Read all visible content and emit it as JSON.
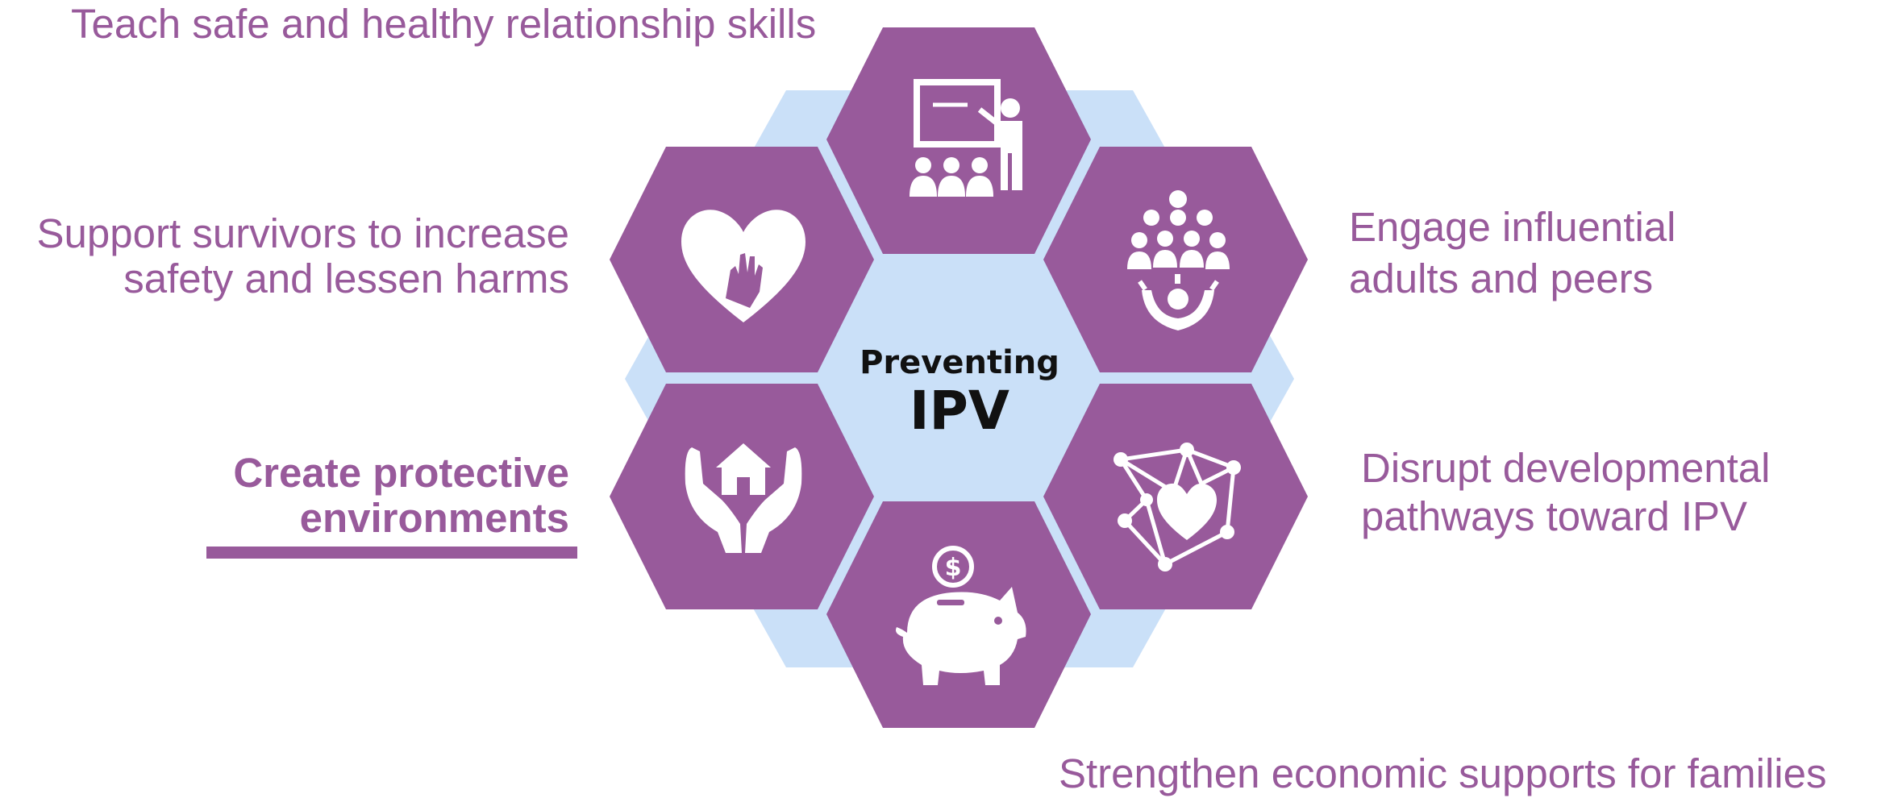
{
  "center": {
    "title": "Preventing",
    "acronym": "IPV"
  },
  "strategies": [
    {
      "id": "teach",
      "label": "Teach safe and healthy relationship skills",
      "icon": "teacher-classroom-icon",
      "emphasized": false
    },
    {
      "id": "engage",
      "label": "Engage influential adults and peers",
      "icon": "community-group-icon",
      "emphasized": false
    },
    {
      "id": "disrupt",
      "label": "Disrupt developmental pathways toward IPV",
      "icon": "network-heart-icon",
      "emphasized": false
    },
    {
      "id": "strengthen",
      "label": "Strengthen economic supports for families",
      "icon": "piggy-bank-icon",
      "emphasized": false
    },
    {
      "id": "create",
      "label": "Create protective environments",
      "icon": "hands-house-icon",
      "emphasized": true
    },
    {
      "id": "support",
      "label": "Support survivors to increase safety and lessen harms",
      "icon": "heart-hand-icon",
      "emphasized": false
    }
  ],
  "labels": {
    "teach": "Teach safe and healthy relationship skills",
    "support_line1": "Support survivors to increase",
    "support_line2": "safety and lessen harms",
    "engage_line1": "Engage influential",
    "engage_line2": "adults and peers",
    "create_line1": "Create protective",
    "create_line2": "environments",
    "disrupt_line1": "Disrupt developmental",
    "disrupt_line2": "pathways toward IPV",
    "strengthen": "Strengthen economic supports for families"
  },
  "colors": {
    "hex_purple": "#985a9b",
    "hex_light_blue": "#cae0f8",
    "text_purple": "#985a9b",
    "center_text": "#111111",
    "icon": "#ffffff"
  }
}
